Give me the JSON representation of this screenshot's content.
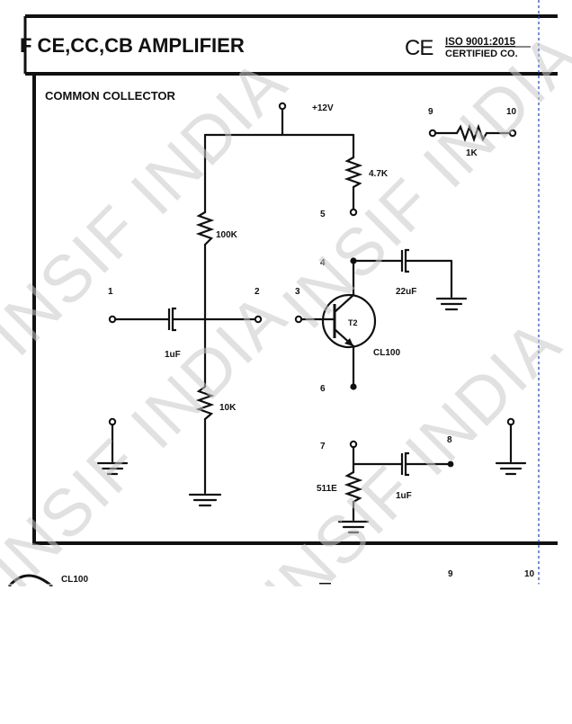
{
  "header": {
    "title": "F CE,CC,CB AMPLIFIER",
    "ce_mark": "CE",
    "iso_line": "ISO 9001:2015",
    "certified_line": "CERTIFIED CO."
  },
  "panel": {
    "title": "COMMON COLLECTOR"
  },
  "supply": {
    "label": "+12V"
  },
  "terminals": {
    "t1": "1",
    "t2": "2",
    "t3": "3",
    "t4": "4",
    "t5": "5",
    "t6": "6",
    "t7": "7",
    "t8": "8",
    "t9": "9",
    "t10": "10"
  },
  "components": {
    "r_1k": "1K",
    "r_4k7": "4.7K",
    "r_100k": "100K",
    "r_10k": "10K",
    "r_511": "511E",
    "c_1uf_in": "1uF",
    "c_22uf": "22uF",
    "c_1uf_out": "1uF",
    "transistor_ref": "T2",
    "transistor_part": "CL100"
  },
  "lower_strip": {
    "part_label": "CL100",
    "t9": "9",
    "t10": "10"
  },
  "watermark": {
    "text": "INSIF INDIA"
  },
  "colors": {
    "ink": "#111111",
    "watermark": "#c8c8c8",
    "guide_line": "#1f3fbf"
  }
}
